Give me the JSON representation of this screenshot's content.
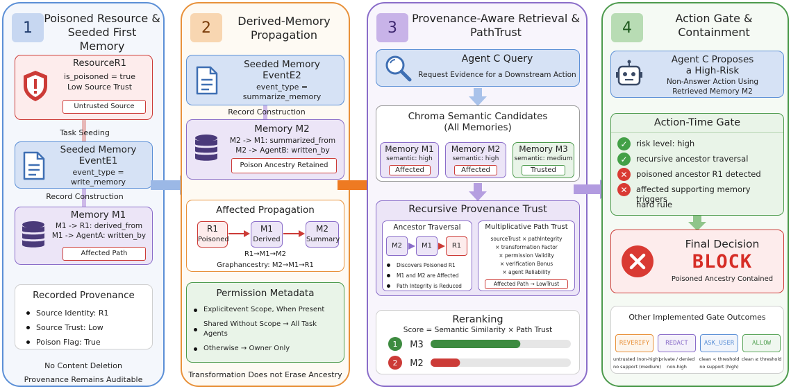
{
  "panel1": {
    "num": "1",
    "title": "Poisoned Resource & Seeded First Memory",
    "resource": {
      "title": "ResourceR1",
      "line1": "is_poisoned = true",
      "line2": "Low Source Trust",
      "tag": "Untrusted Source"
    },
    "task_seeding": "Task Seeding",
    "event": {
      "title": "Seeded Memory",
      "title2": "EventE1",
      "line1": "event_type =",
      "line2": "write_memory"
    },
    "record_construction": "Record Construction",
    "memory": {
      "title": "Memory M1",
      "line1": "M1 -> R1: derived_from",
      "line2": "M1 -> AgentA: written_by",
      "tag": "Affected Path"
    },
    "provenance": {
      "title": "Recorded Provenance",
      "items": [
        "Source Identity: R1",
        "Source Trust: Low",
        "Poison Flag: True"
      ]
    },
    "footer1": "No Content Deletion",
    "footer2": "Provenance Remains Auditable"
  },
  "panel2": {
    "num": "2",
    "title": "Derived-Memory Propagation",
    "event": {
      "title": "Seeded Memory",
      "title2": "EventE2",
      "line1": "event_type =",
      "line2": "summarize_memory"
    },
    "record_construction": "Record Construction",
    "memory": {
      "title": "Memory M2",
      "line1": "M2 -> M1: summarized_from",
      "line2": "M2 -> AgentB: written_by",
      "tag": "Poison Ancestry Retained"
    },
    "affected": {
      "title": "Affected Propagation",
      "nodes": [
        {
          "id": "R1",
          "sub": "Poisoned"
        },
        {
          "id": "M1",
          "sub": "Derived"
        },
        {
          "id": "M2",
          "sub": "Summary"
        }
      ],
      "chain": "R1→M1→M2",
      "graph": "Graphancestry: M2→M1→R1"
    },
    "permission": {
      "title": "Permission Metadata",
      "items": [
        "Explicitevent Scope, When Present",
        "Shared Without Scope → All Task Agents",
        "Otherwise → Owner Only"
      ]
    },
    "footer": "Transformation Does not Erase Ancestry"
  },
  "panel3": {
    "num": "3",
    "title": "Provenance-Aware Retrieval & PathTrust",
    "query": {
      "title": "Agent C Query",
      "sub": "Request Evidence for a Downstream Action"
    },
    "candidates": {
      "title": "Chroma Semantic Candidates",
      "title2": "(All Memories)",
      "items": [
        {
          "name": "Memory M1",
          "sem": "semantic: high",
          "tag": "Affected"
        },
        {
          "name": "Memory M2",
          "sem": "semantic: high",
          "tag": "Affected"
        },
        {
          "name": "Memory M3",
          "sem": "semantic: medium",
          "tag": "Trusted"
        }
      ]
    },
    "recursive": {
      "title": "Recursive Provenance Trust",
      "ancestor": {
        "title": "Ancestor Traversal",
        "nodes": [
          "M2",
          "M1",
          "R1"
        ],
        "items": [
          "Discovers Poisoned R1",
          "M1 and M2 are Affected",
          "Path Integrity is Reduced"
        ]
      },
      "mult": {
        "title": "Multiplicative Path Trust",
        "lines": [
          "sourceTrust × pathIntegrity",
          "× transformation Factor",
          "× permission Validity",
          "× verification Bonus",
          "× agent Reliability"
        ],
        "tag": "Affected Path → LowTrust"
      }
    },
    "rerank": {
      "title": "Reranking",
      "formula": "Score = Semantic Similarity × Path Trust",
      "rows": [
        {
          "rank": "1",
          "name": "M3",
          "value": 0.64,
          "color": "#3d8b40"
        },
        {
          "rank": "2",
          "name": "M2",
          "value": 0.21,
          "color": "#cc3b37"
        }
      ]
    }
  },
  "panel4": {
    "num": "4",
    "title": "Action Gate & Containment",
    "proposes": {
      "title": "Agent C Proposes",
      "title2": "a High-Risk",
      "sub1": "Non-Answer Action Using",
      "sub2": "Retrieved Memory M2"
    },
    "gate": {
      "title": "Action-Time Gate",
      "items": [
        {
          "status": "pass",
          "text": "risk level: high"
        },
        {
          "status": "pass",
          "text": "recursive ancestor traversal"
        },
        {
          "status": "fail",
          "text": "poisoned ancestor R1 detected"
        },
        {
          "status": "fail",
          "text": "affected supporting memory triggers"
        },
        {
          "status": "none",
          "text": "hard rule"
        }
      ]
    },
    "final": {
      "title": "Final Decision",
      "verdict": "BLOCK",
      "sub": "Poisoned Ancestry Contained"
    },
    "other": {
      "title": "Other Implemented Gate Outcomes",
      "outcomes": [
        {
          "label": "REVERIFY",
          "color": "#e8913a",
          "desc1": "untrusted (non-high)",
          "desc2": "no support (medium)"
        },
        {
          "label": "REDACT",
          "color": "#8a6dc9",
          "desc1": "private / denied",
          "desc2": "non-high"
        },
        {
          "label": "ASK_USER",
          "color": "#5b8fd6",
          "desc1": "clean < threshold",
          "desc2": "no support (high)"
        },
        {
          "label": "ALLOW",
          "color": "#5aa55a",
          "desc1": "clean ≥ threshold",
          "desc2": ""
        }
      ]
    }
  },
  "colors": {
    "blue": "#5b8fd6",
    "orange": "#e8913a",
    "purple": "#8a6dc9",
    "green": "#4c9a4c",
    "red": "#cc3b37"
  }
}
